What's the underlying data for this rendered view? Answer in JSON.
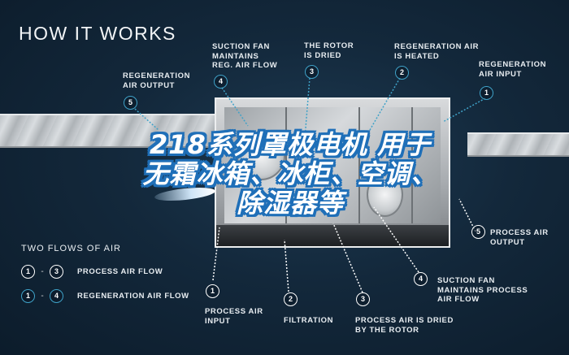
{
  "header": {
    "title": "HOW IT WORKS"
  },
  "top_labels": [
    {
      "num": "5",
      "text": "REGENERATION\nAIR OUTPUT"
    },
    {
      "num": "4",
      "text": "SUCTION FAN\nMAINTAINS\nREG. AIR FLOW"
    },
    {
      "num": "3",
      "text": "THE ROTOR\nIS DRIED"
    },
    {
      "num": "2",
      "text": "REGENERATION AIR\nIS HEATED"
    },
    {
      "num": "1",
      "text": "REGENERATION\nAIR INPUT"
    }
  ],
  "bottom_labels": [
    {
      "num": "1",
      "text": "PROCESS AIR\nINPUT"
    },
    {
      "num": "2",
      "text": "FILTRATION"
    },
    {
      "num": "3",
      "text": "PROCESS AIR IS DRIED\nBY THE ROTOR"
    },
    {
      "num": "4",
      "text": "SUCTION FAN\nMAINTAINS PROCESS\nAIR FLOW"
    },
    {
      "num": "5",
      "text": "PROCESS AIR\nOUTPUT"
    }
  ],
  "legend": {
    "title": "TWO FLOWS OF AIR",
    "rows": [
      {
        "from": "1",
        "to": "3",
        "dash": "-",
        "label": "PROCESS AIR FLOW",
        "color": "#ffffff"
      },
      {
        "from": "1",
        "to": "4",
        "dash": "-",
        "label": "REGENERATION AIR FLOW",
        "color": "#3fa2c8"
      }
    ]
  },
  "overlay_caption": {
    "line1": "218系列罩极电机 用于",
    "line2": "无霜冰箱、冰柜、空调、",
    "line3": "除湿器等"
  },
  "colors": {
    "background": "#13283b",
    "regeneration_accent": "#3fa2c8",
    "process_accent": "#ffffff",
    "caption_outline": "#1f6fb8"
  }
}
